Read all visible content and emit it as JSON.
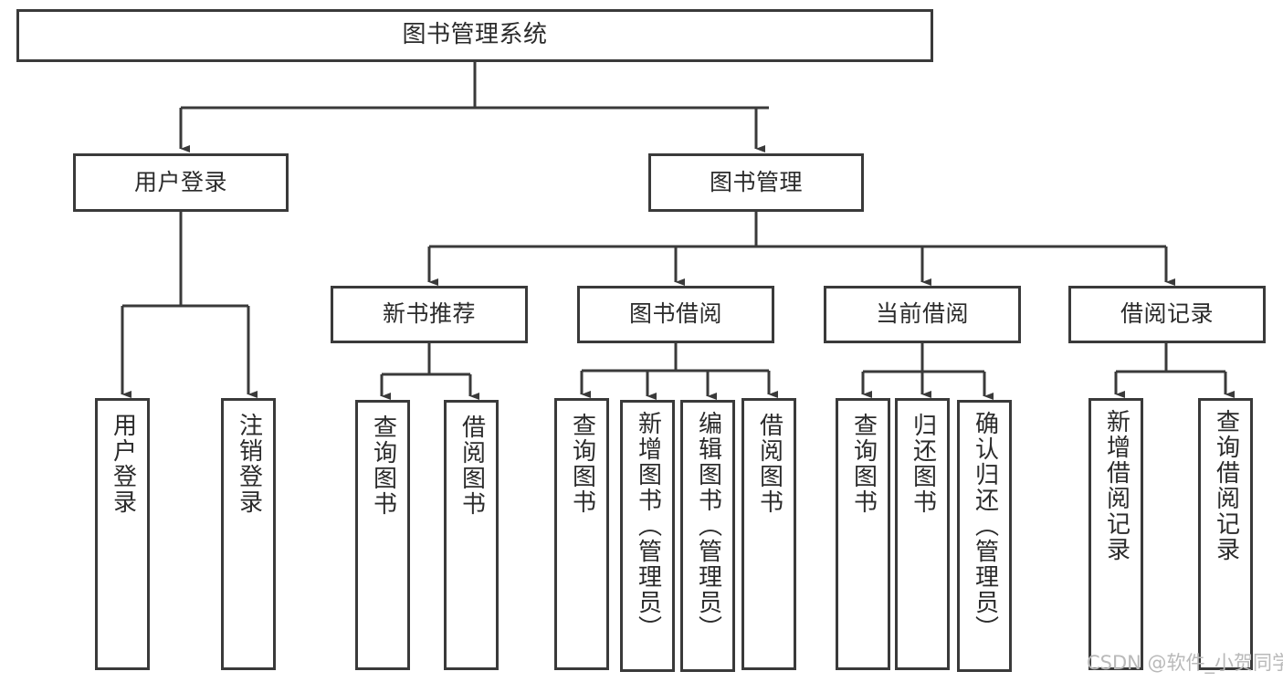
{
  "diagram": {
    "title": "图书管理系统",
    "type": "tree",
    "watermark": "CSDN @软件_小贺同学",
    "colors": {
      "stroke": "#3a3a3a",
      "fill": "#ffffff",
      "text": "#2b2b2b",
      "watermark": "#b9b9b9"
    },
    "nodes": {
      "root": {
        "label": "图书管理系统"
      },
      "level2": [
        {
          "id": "user-login",
          "label": "用户登录"
        },
        {
          "id": "book-manage",
          "label": "图书管理"
        }
      ],
      "level3": [
        {
          "id": "new-book-rec",
          "label": "新书推荐"
        },
        {
          "id": "book-borrow",
          "label": "图书借阅"
        },
        {
          "id": "current-borrow",
          "label": "当前借阅"
        },
        {
          "id": "borrow-record",
          "label": "借阅记录"
        }
      ],
      "leaves": {
        "user_login": [
          {
            "id": "leaf-user-login",
            "label": "用户登录"
          },
          {
            "id": "leaf-logout",
            "label": "注销登录"
          }
        ],
        "new_book_rec": [
          {
            "id": "leaf-query-book-1",
            "label": "查询图书"
          },
          {
            "id": "leaf-borrow-book-1",
            "label": "借阅图书"
          }
        ],
        "book_borrow": [
          {
            "id": "leaf-query-book-2",
            "label": "查询图书"
          },
          {
            "id": "leaf-add-book",
            "label": "新增图书（管理员）"
          },
          {
            "id": "leaf-edit-book",
            "label": "编辑图书（管理员）"
          },
          {
            "id": "leaf-borrow-book-2",
            "label": "借阅图书"
          }
        ],
        "current_borrow": [
          {
            "id": "leaf-query-book-3",
            "label": "查询图书"
          },
          {
            "id": "leaf-return-book",
            "label": "归还图书"
          },
          {
            "id": "leaf-confirm-return",
            "label": "确认归还（管理员）"
          }
        ],
        "borrow_record": [
          {
            "id": "leaf-add-record",
            "label": "新增借阅记录"
          },
          {
            "id": "leaf-query-record",
            "label": "查询借阅记录"
          }
        ]
      }
    }
  }
}
